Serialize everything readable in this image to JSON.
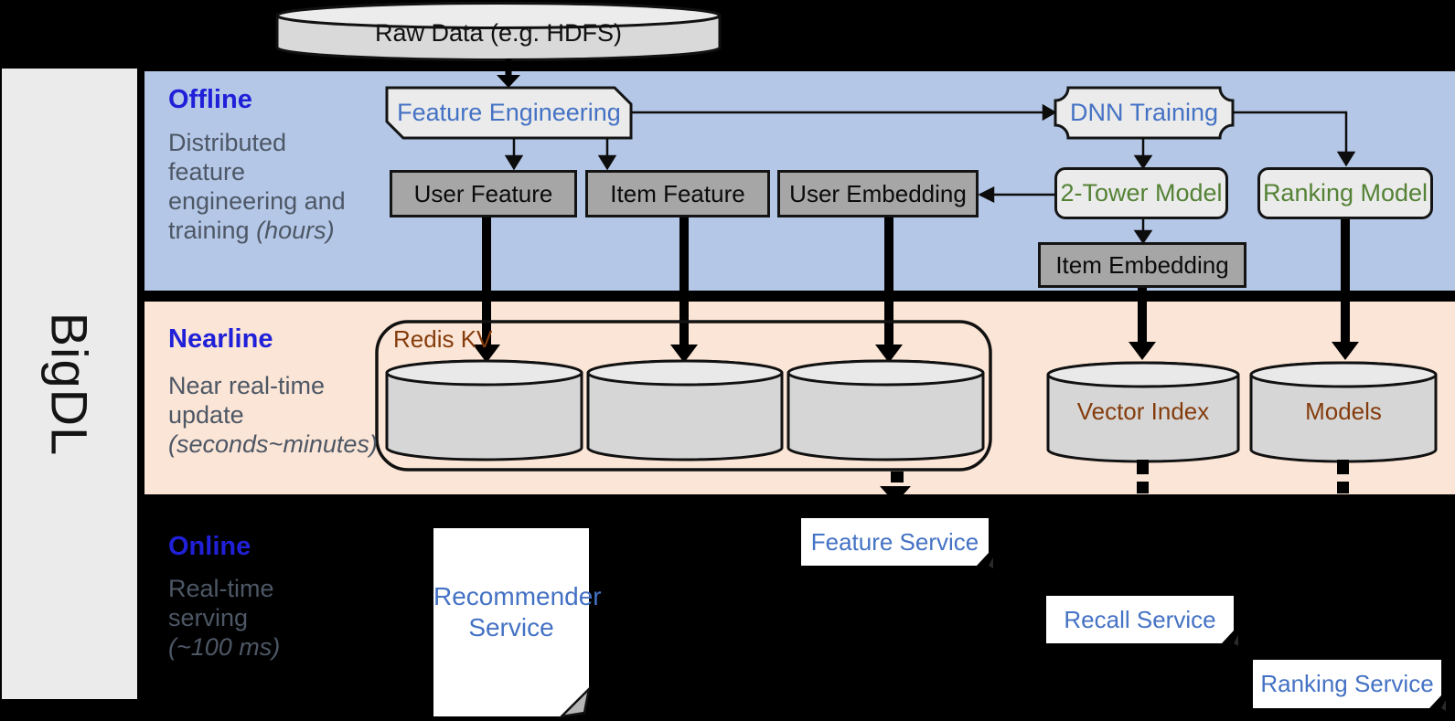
{
  "brand": "BigDL",
  "raw_data_label": "Raw Data (e.g. HDFS)",
  "bands": {
    "offline": {
      "title": "Offline",
      "line1": "Distributed",
      "line2": "feature",
      "line3": "engineering and",
      "line4_prefix": "training",
      "line4_italic": "(hours)"
    },
    "nearline": {
      "title": "Nearline",
      "line1": "Near real-time",
      "line2": "update",
      "line3_italic": "(seconds~minutes)"
    },
    "online": {
      "title": "Online",
      "line1": "Real-time",
      "line2": "serving",
      "line3_italic": "(~100 ms)"
    }
  },
  "nodes": {
    "feature_engineering": "Feature Engineering",
    "dnn_training": "DNN Training",
    "user_feature": "User Feature",
    "item_feature": "Item Feature",
    "user_embedding": "User Embedding",
    "two_tower_model": "2-Tower Model",
    "ranking_model": "Ranking Model",
    "item_embedding": "Item Embedding",
    "redis_kv": "Redis KV",
    "vector_index": "Vector Index",
    "models": "Models",
    "recommender_service_line1": "Recommender",
    "recommender_service_line2": "Service",
    "feature_service": "Feature Service",
    "recall_service": "Recall Service",
    "ranking_service": "Ranking Service"
  },
  "colors": {
    "background": "#000000",
    "sidebar": "#ebebeb",
    "offline_band": "#b4c7e7",
    "nearline_band": "#fbe5d6",
    "band_title_blue": "#2020d8",
    "subtitle_slate": "#4d5765",
    "node_text_blue": "#4472c4",
    "node_text_green": "#548235",
    "node_text_brown": "#843c0c",
    "dark_box_fill": "#a6a6a6",
    "light_shape_fill": "#ebebeb",
    "cylinder_fill": "#d6d6d6"
  }
}
